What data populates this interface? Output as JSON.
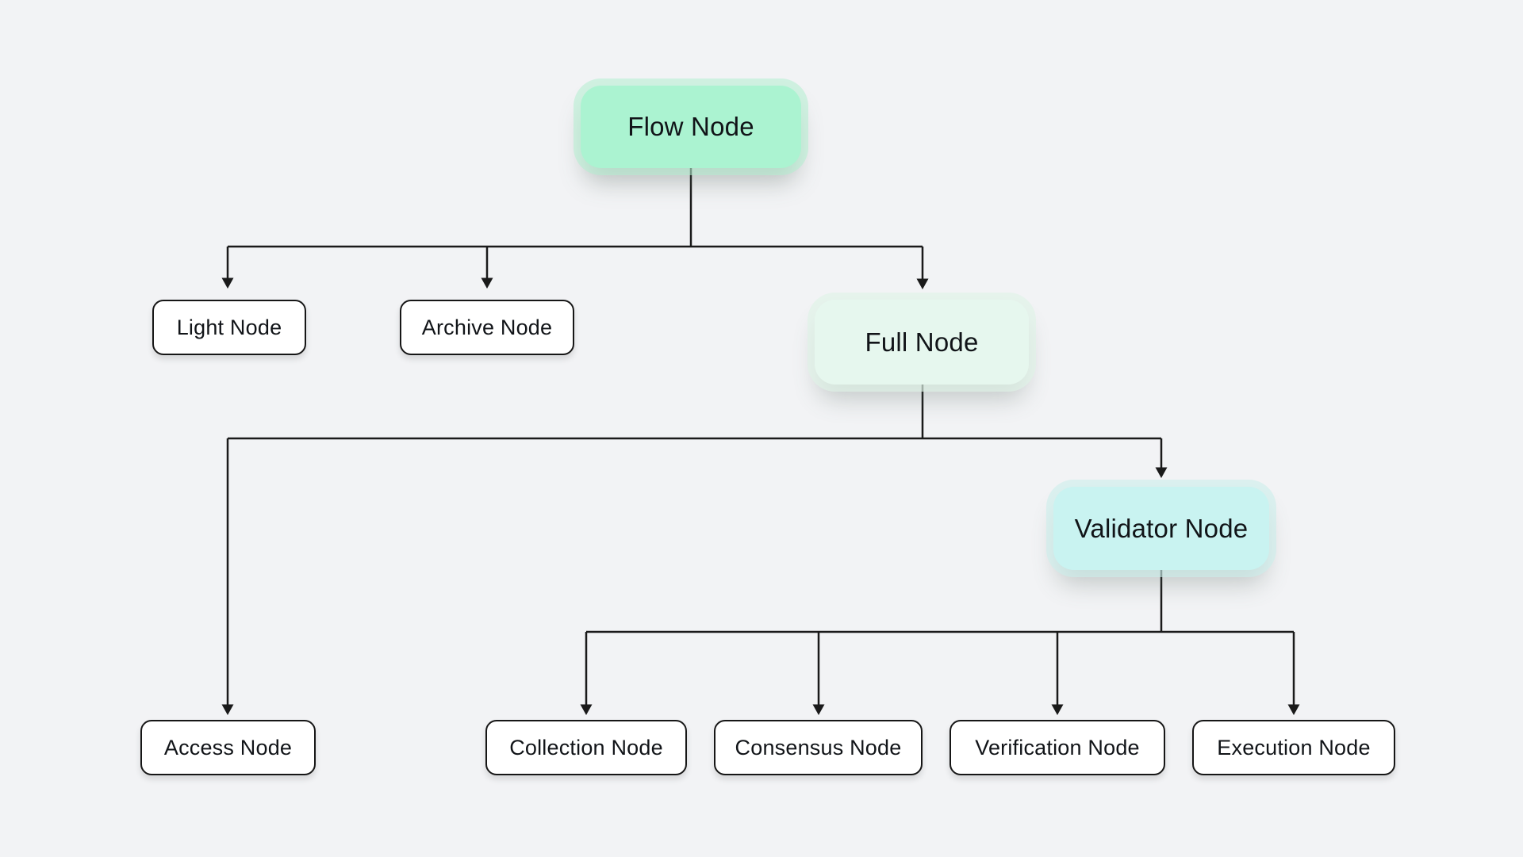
{
  "diagram": {
    "background_color": "#F2F3F5",
    "line_color": "#1A1A1A",
    "text_color": "#111418",
    "nodes": [
      {
        "id": "flow-node",
        "label": "Flow Node",
        "fill": "#ABF3D1",
        "emphasis": "large"
      },
      {
        "id": "light-node",
        "label": "Light Node",
        "fill": "#FFFFFF",
        "emphasis": "small"
      },
      {
        "id": "archive-node",
        "label": "Archive Node",
        "fill": "#FFFFFF",
        "emphasis": "small"
      },
      {
        "id": "full-node",
        "label": "Full Node",
        "fill": "#E6F7EE",
        "emphasis": "large"
      },
      {
        "id": "validator-node",
        "label": "Validator Node",
        "fill": "#C9F3F1",
        "emphasis": "large"
      },
      {
        "id": "access-node",
        "label": "Access Node",
        "fill": "#FFFFFF",
        "emphasis": "small"
      },
      {
        "id": "collection-node",
        "label": "Collection Node",
        "fill": "#FFFFFF",
        "emphasis": "small"
      },
      {
        "id": "consensus-node",
        "label": "Consensus Node",
        "fill": "#FFFFFF",
        "emphasis": "small"
      },
      {
        "id": "verification-node",
        "label": "Verification Node",
        "fill": "#FFFFFF",
        "emphasis": "small"
      },
      {
        "id": "execution-node",
        "label": "Execution Node",
        "fill": "#FFFFFF",
        "emphasis": "small"
      }
    ],
    "edges": [
      {
        "from": "flow-node",
        "to": "light-node"
      },
      {
        "from": "flow-node",
        "to": "archive-node"
      },
      {
        "from": "flow-node",
        "to": "full-node"
      },
      {
        "from": "full-node",
        "to": "access-node"
      },
      {
        "from": "full-node",
        "to": "validator-node"
      },
      {
        "from": "validator-node",
        "to": "collection-node"
      },
      {
        "from": "validator-node",
        "to": "consensus-node"
      },
      {
        "from": "validator-node",
        "to": "verification-node"
      },
      {
        "from": "validator-node",
        "to": "execution-node"
      }
    ]
  }
}
